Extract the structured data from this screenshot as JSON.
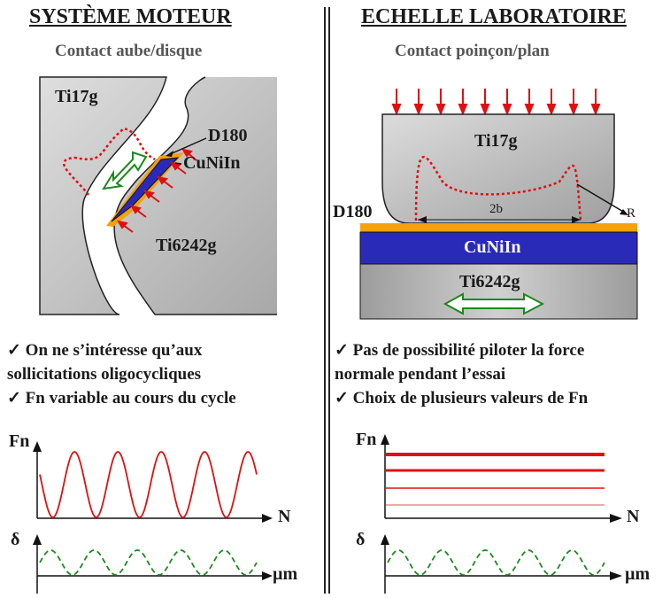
{
  "left": {
    "title": "SYSTÈME MOTEUR",
    "subtitle": "Contact aube/disque",
    "labels": {
      "top_part": "Ti17g",
      "coating": "D180",
      "interlayer": "CuNiIn",
      "bottom_part": "Ti6242g"
    },
    "bullets": [
      "✓ On ne s’intéresse qu’aux",
      "sollicitations oligocycliques",
      "✓ Fn variable au cours du cycle"
    ],
    "plot_top": {
      "ylabel": "Fn",
      "xlabel": "N"
    },
    "plot_bottom": {
      "ylabel": "δ",
      "xlabel": "µm"
    }
  },
  "right": {
    "title": "ECHELLE LABORATOIRE",
    "subtitle": "Contact poinçon/plan",
    "labels": {
      "punch": "Ti17g",
      "coating": "D180",
      "interlayer": "CuNiIn",
      "substrate": "Ti6242g",
      "width": "2b",
      "radius": "R"
    },
    "bullets": [
      "✓ Pas de possibilité piloter la force",
      "normale pendant l’essai",
      "✓ Choix de plusieurs valeurs de Fn"
    ],
    "plot_top": {
      "ylabel": "Fn",
      "xlabel": "N",
      "levels": 4
    },
    "plot_bottom": {
      "ylabel": "δ",
      "xlabel": "µm"
    }
  },
  "colors": {
    "red": "#e01010",
    "green": "#1a8a1a",
    "blue": "#2a2ab8",
    "orange": "#f5a10a",
    "grey": "#c8c8c8"
  },
  "icons": [
    "arrow-down-icon",
    "double-arrow-icon",
    "checkmark-icon"
  ]
}
